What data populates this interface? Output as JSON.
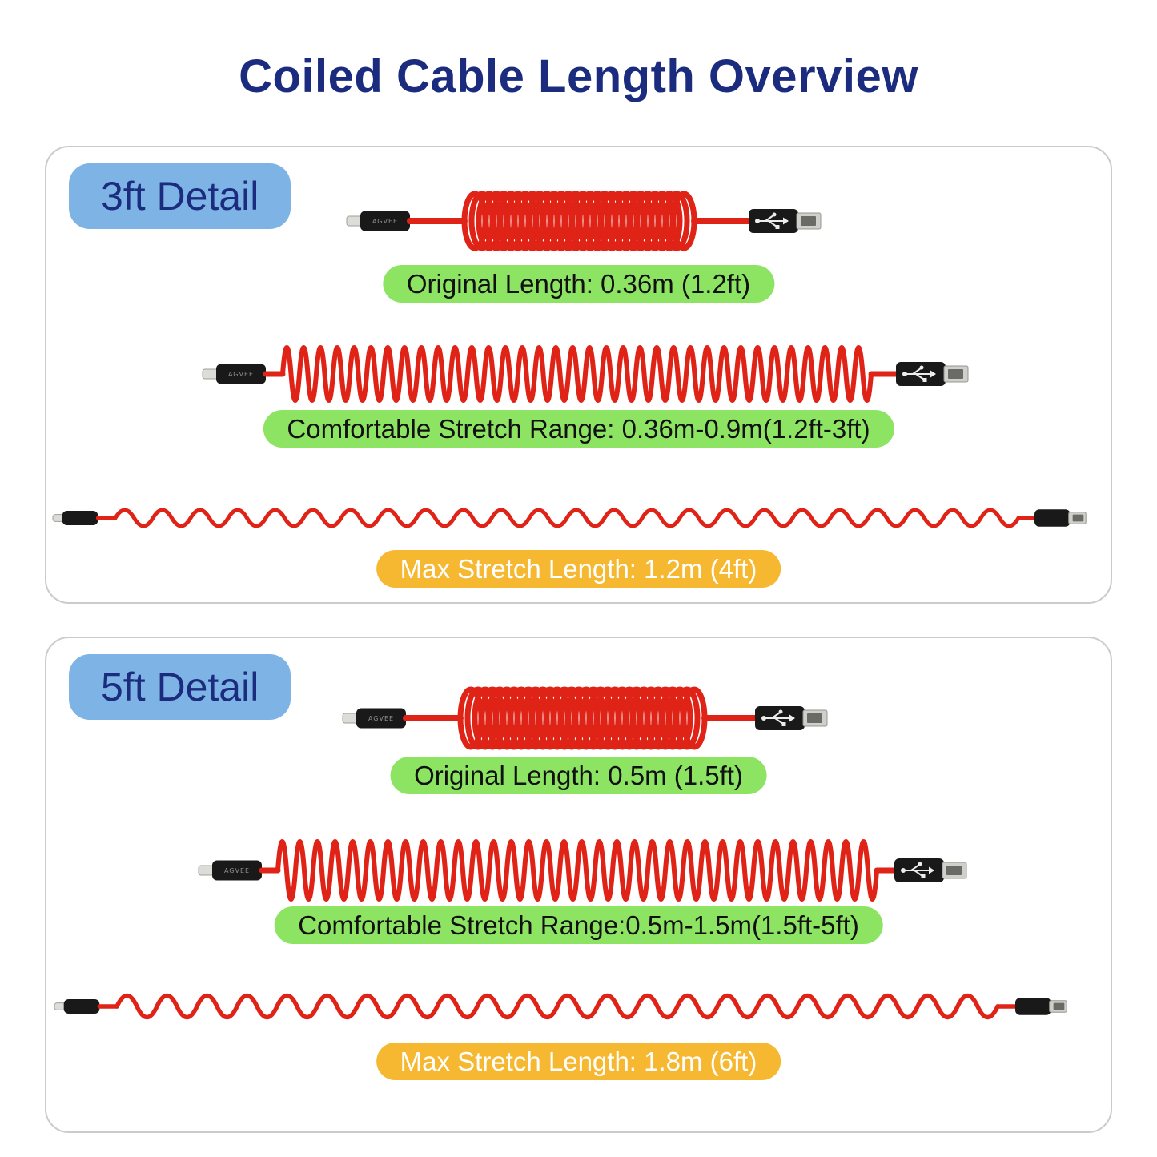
{
  "title": "Coiled Cable Length Overview",
  "brand": "AGVEE",
  "panels": [
    {
      "badge": "3ft Detail",
      "original": "Original Length: 0.36m (1.2ft)",
      "comfortable": "Comfortable Stretch Range: 0.36m-0.9m(1.2ft-3ft)",
      "max": "Max Stretch Length: 1.2m (4ft)"
    },
    {
      "badge": "5ft Detail",
      "original": "Original Length: 0.5m (1.5ft)",
      "comfortable": "Comfortable Stretch Range:0.5m-1.5m(1.5ft-5ft)",
      "max": "Max Stretch Length: 1.8m (6ft)"
    }
  ],
  "colors": {
    "title": "#1b2b7d",
    "badge_bg": "#7eb3e5",
    "green_label_bg": "#8de463",
    "orange_label_bg": "#f6b831",
    "cable_red": "#e02317",
    "connector_black": "#191919",
    "connector_metal": "#cfcfcc"
  }
}
